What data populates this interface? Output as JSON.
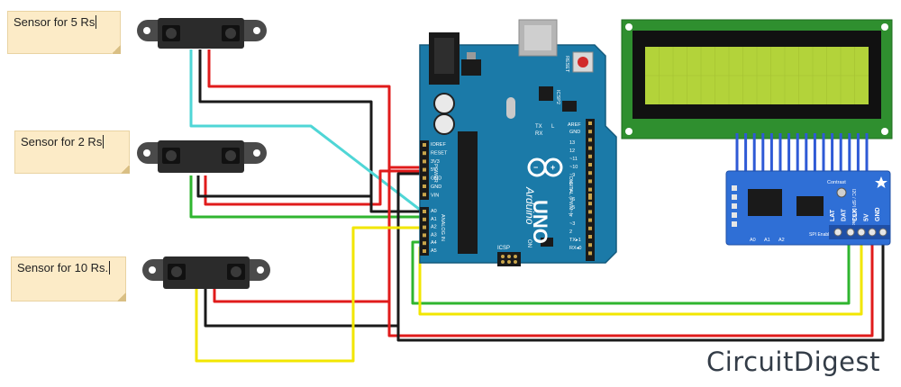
{
  "labels": {
    "sensor_5": "Sensor for 5 Rs",
    "sensor_2": "Sensor for 2 Rs",
    "sensor_10": "Sensor for 10 Rs."
  },
  "arduino": {
    "brand": "Arduino",
    "model": "UNO",
    "tx": "TX",
    "rx": "RX",
    "l": "L",
    "on": "ON",
    "icsp": "ICSP",
    "icsp2": "ICSP2",
    "reset_btn": "RESET",
    "aref": "AREF",
    "gnd": "GND",
    "digital": "DIGITAL (PWM~)",
    "power": "POWER",
    "analog": "ANALOG IN",
    "power_pins": [
      "IOREF",
      "RESET",
      "3V3",
      "5V",
      "GND",
      "GND",
      "VIN"
    ],
    "analog_pins": [
      "A0",
      "A1",
      "A2",
      "A3",
      "A4",
      "A5"
    ],
    "digital_pins": [
      "13",
      "12",
      "~11",
      "~10",
      "~9",
      "8",
      "7",
      "~6",
      "~5",
      "4",
      "~3",
      "2",
      "TX▸1",
      "RX◂0"
    ]
  },
  "backpack": {
    "title": "I2C / SPI LCD backpack",
    "contrast": "Contrast",
    "spi_enable": "SPI Enable",
    "pins": [
      "LAT",
      "DAT",
      "CLK",
      "5V",
      "GND"
    ],
    "addr": [
      "A0",
      "A1",
      "A2"
    ]
  },
  "logo": {
    "part1": "Circuit",
    "part2": "Digest"
  },
  "colors": {
    "red": "#e01b1b",
    "black": "#1a1a1a",
    "cyan": "#4fd6d6",
    "green": "#2fb52f",
    "yellow": "#f2e600",
    "board": "#1b7aa8",
    "lcd_screen": "#b3d33a",
    "backpack": "#2f6fd6"
  }
}
